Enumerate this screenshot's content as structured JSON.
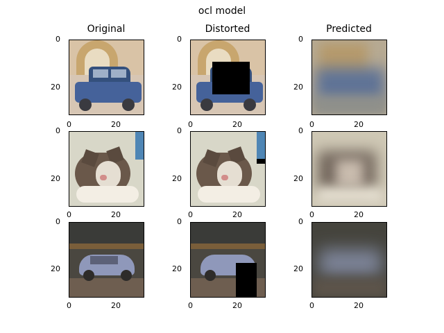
{
  "figure": {
    "title": "ocl model",
    "column_titles": [
      "Original",
      "Distorted",
      "Predicted"
    ],
    "y_tick_labels": [
      "0",
      "20"
    ],
    "x_tick_labels": [
      "0",
      "20"
    ]
  },
  "rows": [
    {
      "subject": "blue car",
      "colors": {
        "bg": "#d9c3a6",
        "main": "#3f5a88",
        "accent": "#c9a36a"
      }
    },
    {
      "subject": "cat",
      "colors": {
        "bg": "#d7d6c6",
        "main": "#6a5a4c",
        "accent": "#f0e8da"
      }
    },
    {
      "subject": "silver car",
      "colors": {
        "bg": "#4d4a43",
        "main": "#8a93b5",
        "accent": "#6d5e4a"
      }
    }
  ]
}
